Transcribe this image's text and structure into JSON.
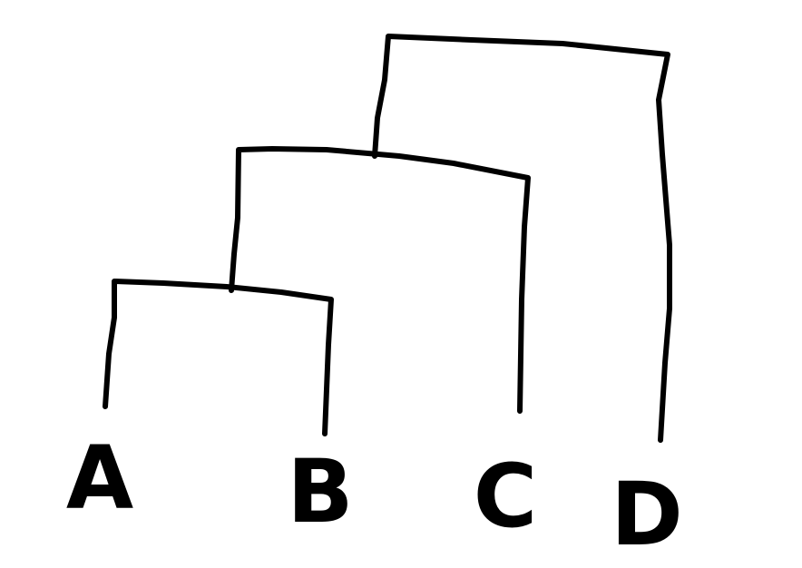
{
  "dendrogram": {
    "leaves": [
      "A",
      "B",
      "C",
      "D"
    ],
    "merges": [
      {
        "left": "A",
        "right": "B"
      },
      {
        "left": "A+B",
        "right": "C"
      },
      {
        "left": "A+B+C",
        "right": "D"
      }
    ],
    "stroke_color": "#000000"
  }
}
